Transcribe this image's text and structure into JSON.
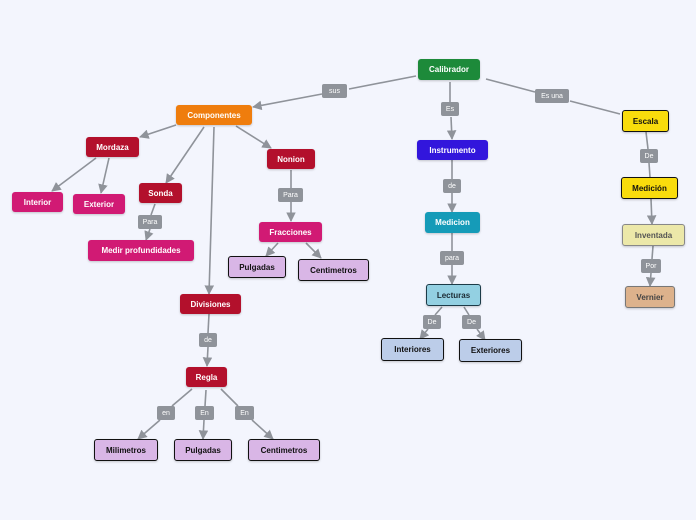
{
  "nodes": {
    "calibrador": "Calibrador",
    "componentes": "Componentes",
    "mordaza": "Mordaza",
    "interior": "Interior",
    "exterior": "Exterior",
    "sonda": "Sonda",
    "medir_profundidades": "Medir profundidades",
    "nonion": "Nonion",
    "fracciones": "Fracciones",
    "pulgadas_fracciones": "Pulgadas",
    "centimetros_fracciones": "Centimetros",
    "divisiones": "Divisiones",
    "regla": "Regla",
    "milimetros": "Milimetros",
    "pulgadas_regla": "Pulgadas",
    "centimetros_regla": "Centimetros",
    "instrumento": "Instrumento",
    "medicion_instrumento": "Medicion",
    "lecturas": "Lecturas",
    "interiores": "Interiores",
    "exteriores": "Exteriores",
    "escala": "Escala",
    "medicion_escala": "Medición",
    "inventada": "Inventada",
    "vernier": "Vernier"
  },
  "labels": {
    "sus": "sus",
    "es": "Es",
    "es_una": "Es una",
    "para_sonda": "Para",
    "para_nonion": "Para",
    "de_divisiones": "de",
    "en_milimetros": "en",
    "en_pulgadas": "En",
    "en_centimetros": "En",
    "de_instrumento": "de",
    "para_medicion": "para",
    "de_interiores": "De",
    "de_exteriores": "De",
    "de_escala": "De",
    "por_inventada": "Por"
  },
  "colors": {
    "calibrador": "#1d8a3a",
    "componentes": "#ef7d0d",
    "crimson": "#b3102c",
    "pink": "#d11a74",
    "instrumento": "#3216dc",
    "medicion": "#159bb8",
    "lecturas": "#93d0e2",
    "lecturas_children": "#bccde9",
    "lavender": "#d9b6e6",
    "escala": "#f9dc0c",
    "inventada": "#ece8a9",
    "vernier": "#ddb28c",
    "connector": "#8f939a",
    "background": "#f3f5fd"
  }
}
